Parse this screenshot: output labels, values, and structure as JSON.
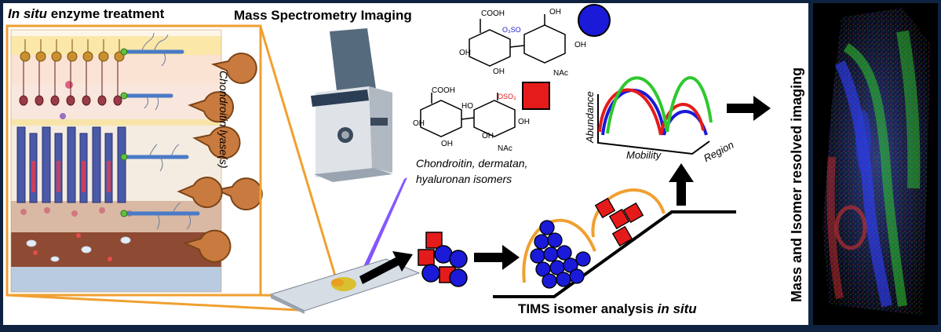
{
  "headings": {
    "enzyme_italic": "In situ",
    "enzyme_rest": " enzyme treatment",
    "msi": "Mass Spectrometry Imaging",
    "tims_plain": "TIMS isomer analysis ",
    "tims_italic": "in situ",
    "result": "Mass and Isomer resolved imaging"
  },
  "labels": {
    "lyase": "Chondroitin lyase(s)",
    "isomers_line1": "Chondroitin, dermatan,",
    "isomers_line2": "hyaluronan isomers"
  },
  "chemistry": {
    "cooh_top": "COOH",
    "oh_top_right": "OH",
    "o3so": "O₃SO",
    "oh_r1": "OH",
    "oh_r2": "OH",
    "oh_left": "OH",
    "oh_bottom": "OH",
    "nac_top": "NAc",
    "cooh_bottom": "COOH",
    "oso3": "OSO₃",
    "ho": "HO",
    "oh_b1": "OH",
    "oh_b2": "OH",
    "oh_b3": "OH",
    "nac_bottom": "NAc"
  },
  "plot": {
    "ylabel": "Abundance",
    "xlabel": "Mobility",
    "zlabel": "Region"
  },
  "colors": {
    "panel_bg": "#ffffff",
    "frame": "#0f2340",
    "border_orange": "#f0a030",
    "red": "#e51b1b",
    "blue": "#1a1ad8",
    "green": "#2ec82e",
    "enzyme": "#c97a3e",
    "o3so_blue": "#1a1acc",
    "oso3_red": "#e01818"
  }
}
